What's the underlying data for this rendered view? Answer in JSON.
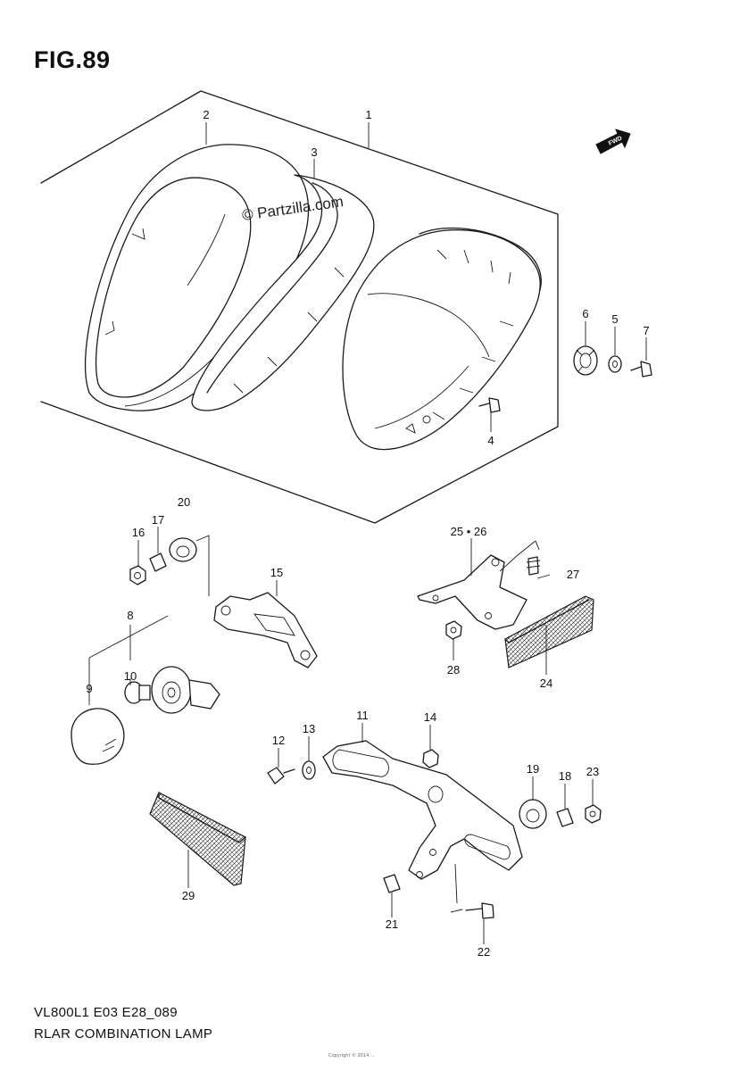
{
  "figure": {
    "title": "FIG.89"
  },
  "footer": {
    "model_code": "VL800L1 E03 E28_089",
    "section_name": "RLAR COMBINATION LAMP",
    "copyright_small": "Copyright © 2014 ..."
  },
  "watermark": {
    "text": "© Partzilla.com"
  },
  "fwd_badge": {
    "text": "FWD"
  },
  "callouts": [
    "1",
    "2",
    "3",
    "4",
    "5",
    "6",
    "7",
    "8",
    "9",
    "10",
    "11",
    "12",
    "13",
    "14",
    "15",
    "16",
    "17",
    "18",
    "19",
    "20",
    "21",
    "22",
    "23",
    "24",
    "25 • 26",
    "27",
    "28",
    "29"
  ]
}
